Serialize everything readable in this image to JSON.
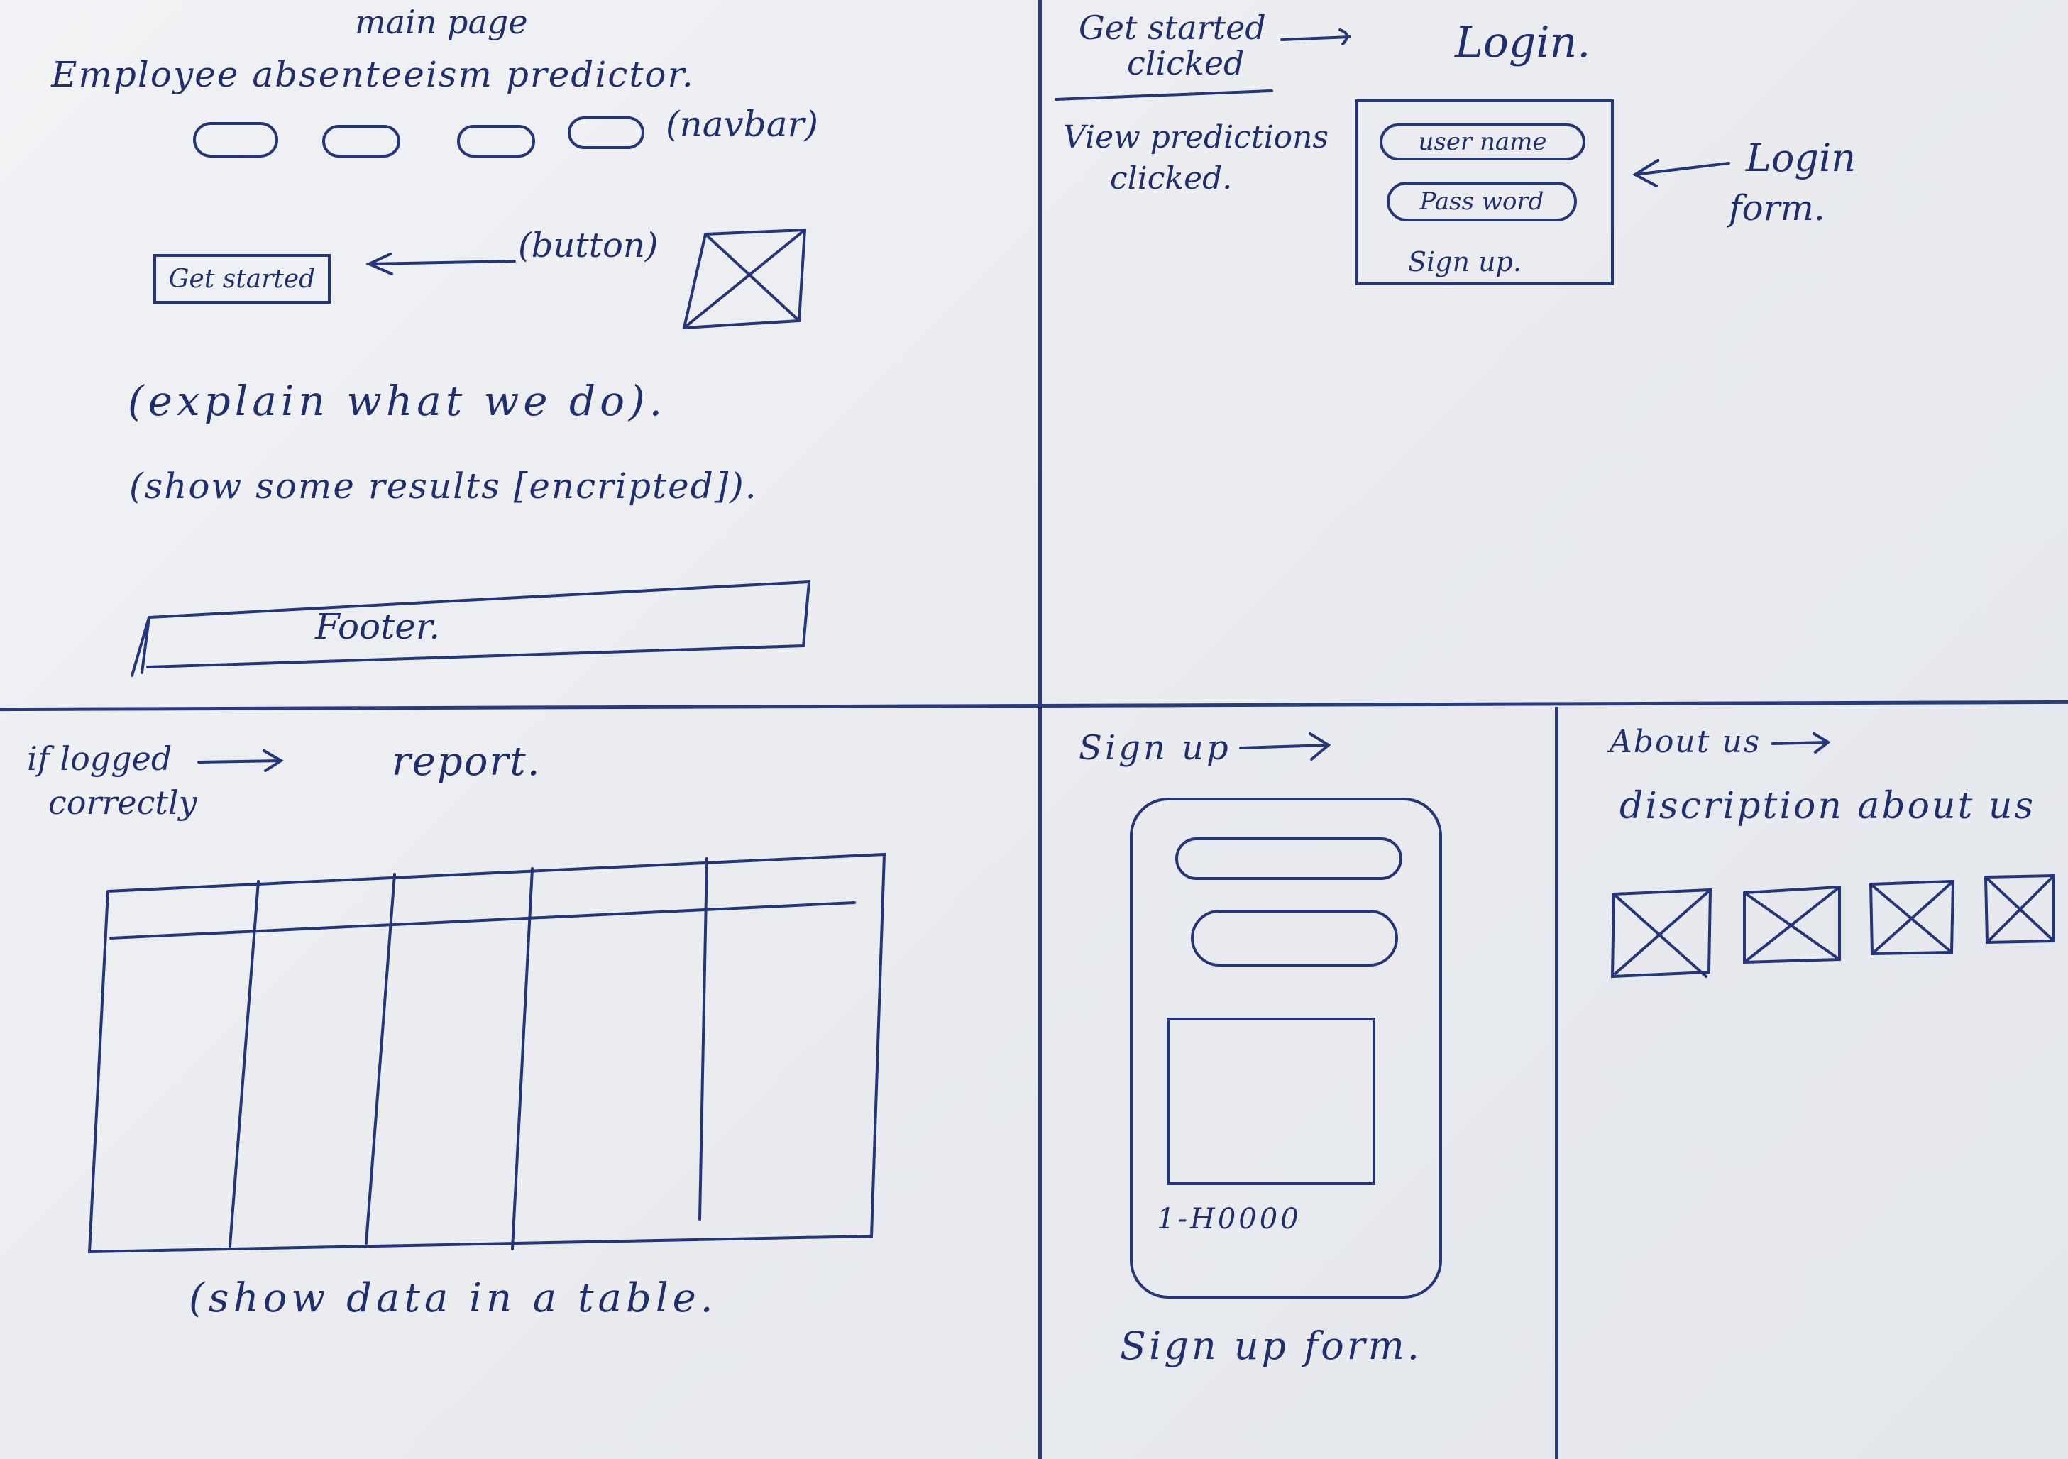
{
  "main_page": {
    "heading": "main page",
    "title": "Employee absenteeism predictor.",
    "navbar_label": "(navbar)",
    "get_started_button": "Get started",
    "button_label": "(button)",
    "explain_text": "(explain what we do).",
    "results_text": "(show some results [encripted]).",
    "footer_label": "Footer."
  },
  "login_panel": {
    "get_started_note_line1": "Get started",
    "get_started_note_line2": "clicked",
    "view_predictions_line1": "View predictions",
    "view_predictions_line2": "clicked.",
    "title": "Login.",
    "username_placeholder": "user name",
    "password_placeholder": "Pass word",
    "signup_link": "Sign up.",
    "form_label_line1": "Login",
    "form_label_line2": "form."
  },
  "report_panel": {
    "condition_line1": "if logged",
    "condition_line2": "correctly",
    "title": "report.",
    "caption": "(show data in a table."
  },
  "signup_panel": {
    "title": "Sign up",
    "code_text": "1-H0000",
    "form_label": "Sign up form."
  },
  "about_panel": {
    "title": "About us",
    "description": "discription about us"
  }
}
